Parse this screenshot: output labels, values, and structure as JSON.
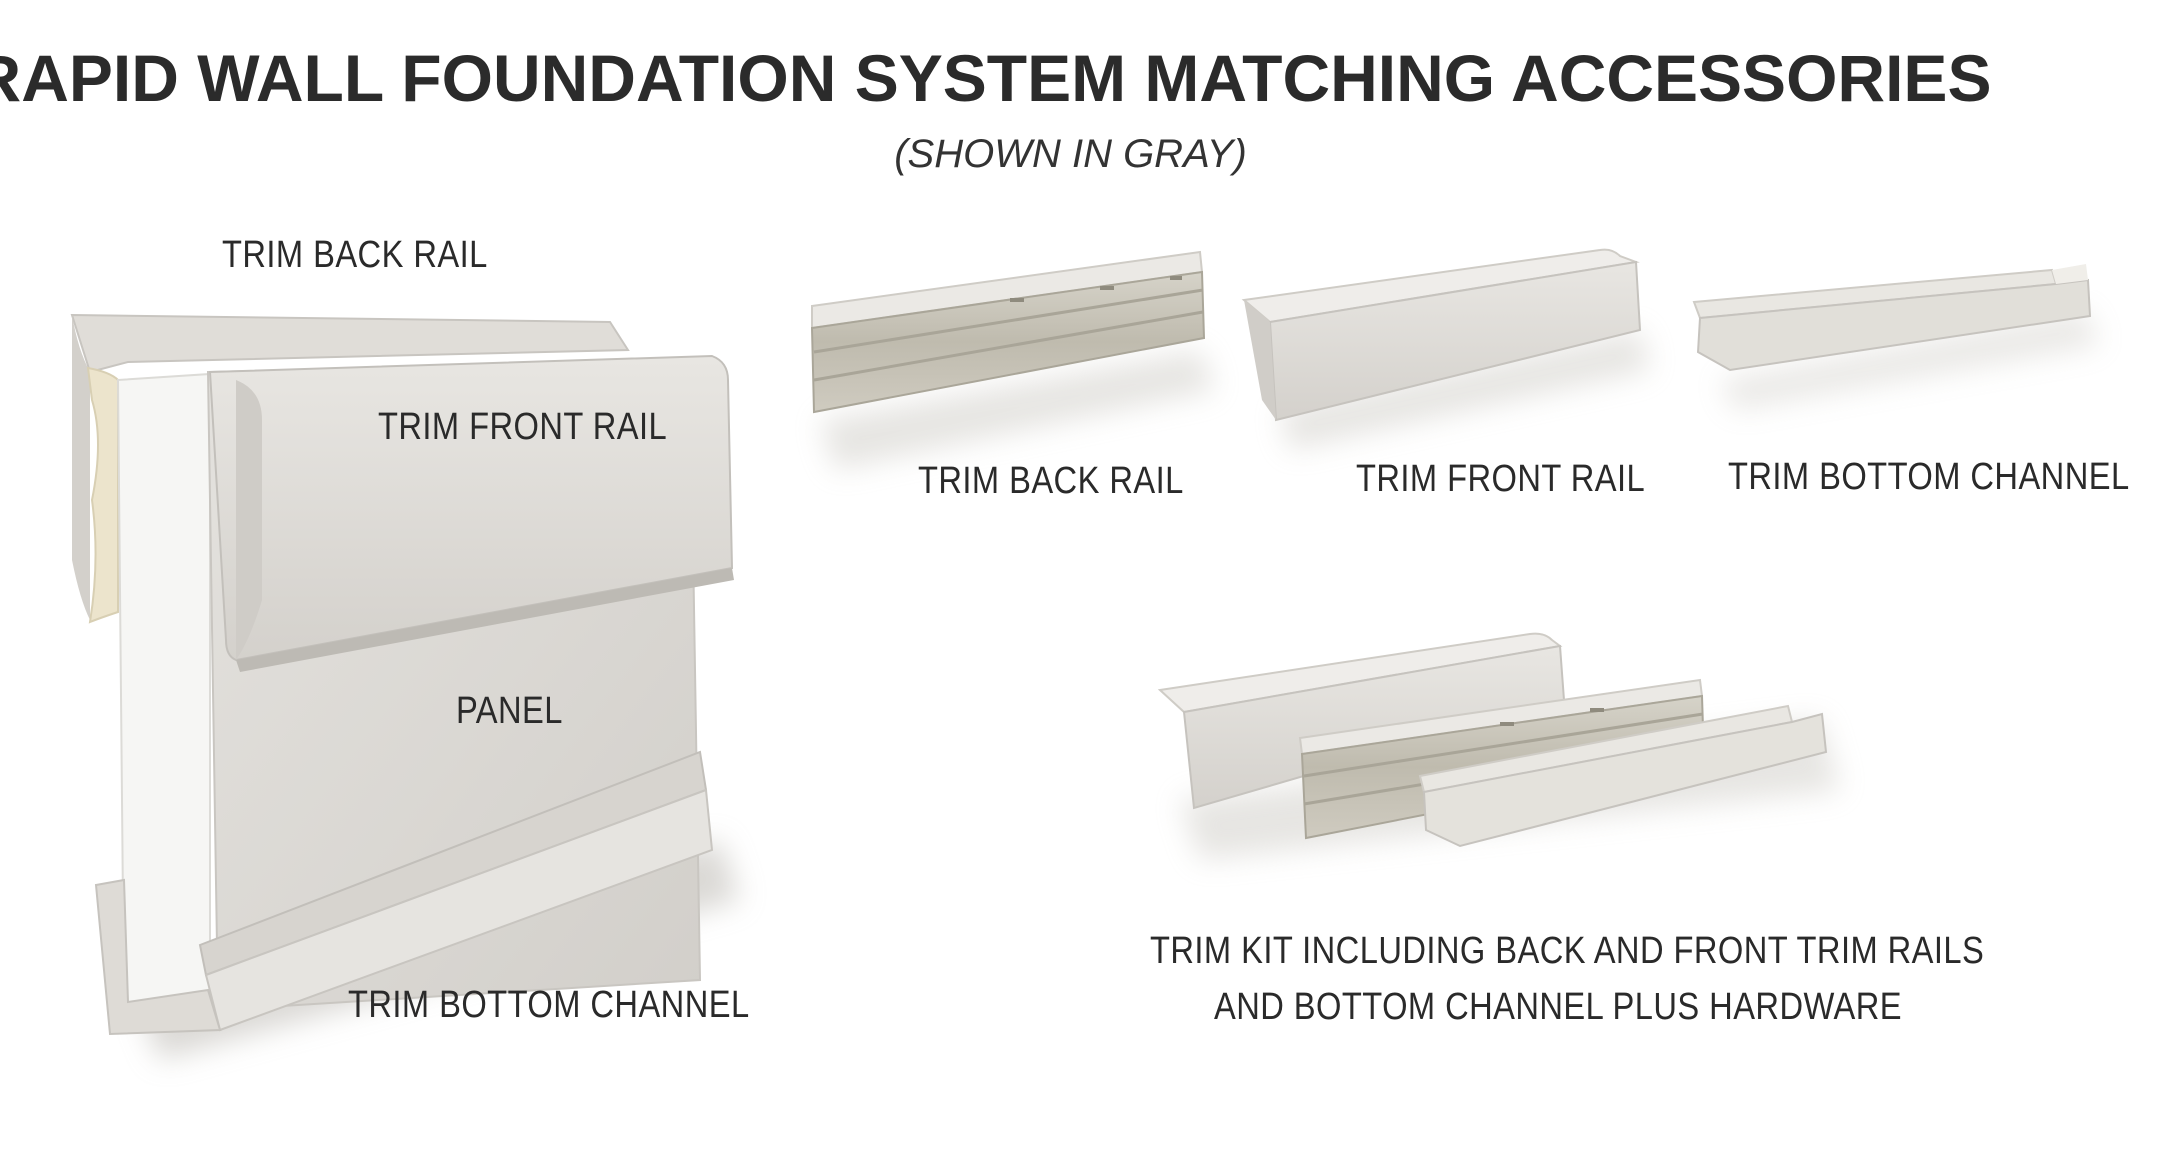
{
  "header": {
    "title": "RAPID WALL FOUNDATION SYSTEM MATCHING ACCESSORIES",
    "subtitle": "(SHOWN IN GRAY)"
  },
  "assembly": {
    "back_rail_label": "TRIM BACK RAIL",
    "front_rail_label": "TRIM FRONT RAIL",
    "panel_label": "PANEL",
    "bottom_channel_label": "TRIM BOTTOM CHANNEL"
  },
  "components": [
    {
      "label": "TRIM BACK RAIL"
    },
    {
      "label": "TRIM FRONT RAIL"
    },
    {
      "label": "TRIM BOTTOM CHANNEL"
    }
  ],
  "kit": {
    "line1": "TRIM KIT INCLUDING BACK AND FRONT TRIM RAILS",
    "line2": "AND BOTTOM CHANNEL PLUS HARDWARE"
  },
  "colors": {
    "trim_gray": "#dcdad6",
    "trim_shadow": "#c2bfb9",
    "back_rail_metal": "#c8c4b8",
    "foam": "#f4f4f2",
    "insulation": "#ece5cf"
  }
}
